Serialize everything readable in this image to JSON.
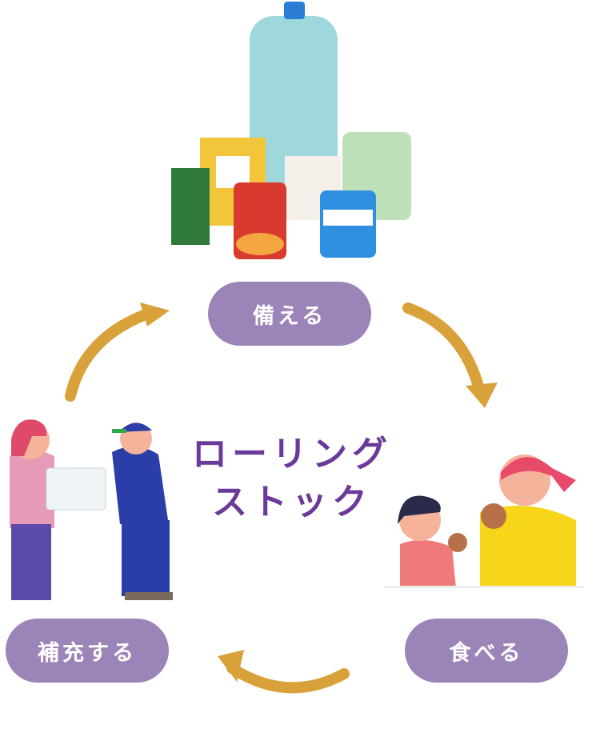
{
  "center_title": {
    "line1": "ローリング",
    "line2": "ストック"
  },
  "steps": [
    {
      "label": "備える"
    },
    {
      "label": "食べる"
    },
    {
      "label": "補充する"
    }
  ],
  "colors": {
    "pill": "#9b84b7",
    "title": "#6a3a9a",
    "arrow": "#d9a13a"
  }
}
